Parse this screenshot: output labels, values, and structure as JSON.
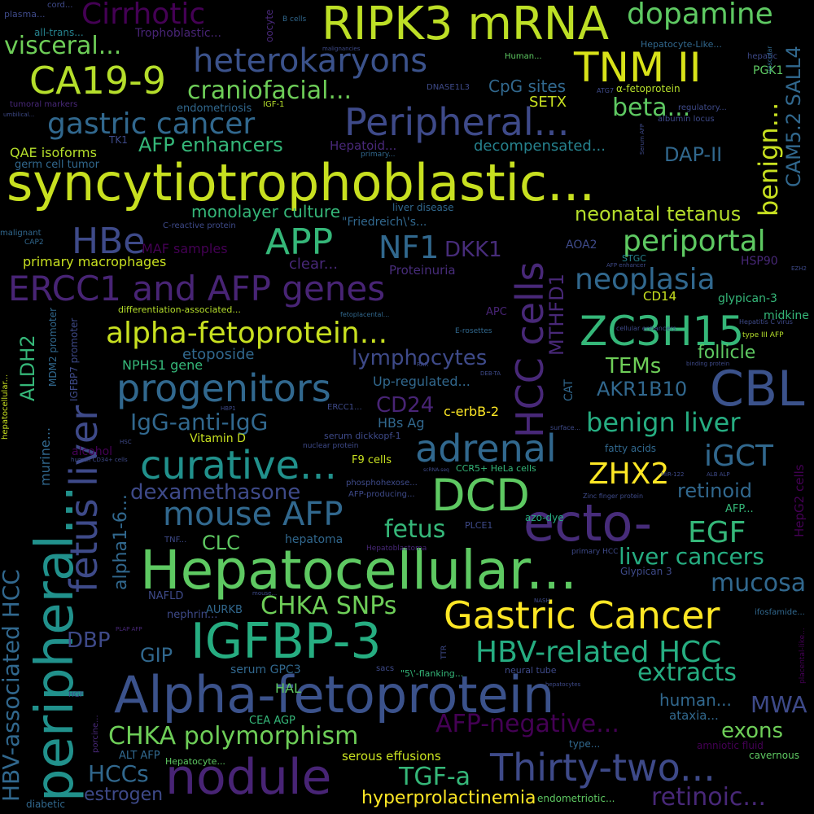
{
  "background": "#000000",
  "palette": [
    "#440154",
    "#482878",
    "#3e4a89",
    "#31688e",
    "#26828e",
    "#1f9e89",
    "#35b779",
    "#6ece58",
    "#b5de2b",
    "#fde725"
  ],
  "words": [
    {
      "text": "syncytiotrophoblastic...",
      "color": "#c8e020"
    },
    {
      "text": "Hepatocellular...",
      "color": "#5ec962"
    },
    {
      "text": "Alpha-fetoprotein",
      "color": "#3b528b"
    },
    {
      "text": "peripheral...",
      "color": "#21918c"
    },
    {
      "text": "RIPK3 mRNA",
      "color": "#bddf26"
    },
    {
      "text": "ecto-",
      "color": "#472c7a"
    },
    {
      "text": "nodule",
      "color": "#482475"
    },
    {
      "text": "IGFBP-3",
      "color": "#26ad81"
    },
    {
      "text": "DCD",
      "color": "#5ec962"
    },
    {
      "text": "CBL",
      "color": "#3b528b"
    },
    {
      "text": "heterokaryons",
      "color": "#3b528b"
    },
    {
      "text": "HCC cells",
      "color": "#482878"
    },
    {
      "text": "fetus liver",
      "color": "#3e4a89"
    },
    {
      "text": "ERCC1 and AFP genes",
      "color": "#482475"
    },
    {
      "text": "TNM II",
      "color": "#d8e219"
    },
    {
      "text": "CA19-9",
      "color": "#b5de2b"
    },
    {
      "text": "Peripheral...",
      "color": "#3e4a89"
    },
    {
      "text": "Gastric Cancer",
      "color": "#fde725"
    },
    {
      "text": "Thirty-two...",
      "color": "#3e4a89"
    },
    {
      "text": "curative...",
      "color": "#21918c"
    },
    {
      "text": "progenitors",
      "color": "#31688e"
    },
    {
      "text": "ZC3H15",
      "color": "#35b779"
    },
    {
      "text": "adrenal",
      "color": "#31688e"
    },
    {
      "text": "mouse AFP",
      "color": "#31688e"
    },
    {
      "text": "APP",
      "color": "#35b779"
    },
    {
      "text": "NF1",
      "color": "#31688e"
    },
    {
      "text": "HBe",
      "color": "#3e4a89"
    },
    {
      "text": "alpha-fetoprotein...",
      "color": "#c8e020"
    },
    {
      "text": "gastric cancer",
      "color": "#31688e"
    },
    {
      "text": "dopamine",
      "color": "#5ec962"
    },
    {
      "text": "benign...",
      "color": "#c8e020"
    },
    {
      "text": "Cirrhotic",
      "color": "#440154"
    },
    {
      "text": "HBV-related HCC",
      "color": "#26ad81"
    },
    {
      "text": "HBV-associated HCC",
      "color": "#31688e"
    },
    {
      "text": "neoplasia",
      "color": "#31688e"
    },
    {
      "text": "periportal",
      "color": "#5ec962"
    },
    {
      "text": "ZHX2",
      "color": "#fde725"
    },
    {
      "text": "iGCT",
      "color": "#31688e"
    },
    {
      "text": "CHKA polymorphism",
      "color": "#6ece58"
    },
    {
      "text": "AFP-negative...",
      "color": "#440154"
    },
    {
      "text": "retinoic...",
      "color": "#482878"
    },
    {
      "text": "EGF",
      "color": "#35b779"
    },
    {
      "text": "mucosa",
      "color": "#31688e"
    },
    {
      "text": "extracts",
      "color": "#26ad81"
    },
    {
      "text": "liver cancers",
      "color": "#26ad81"
    },
    {
      "text": "benign liver",
      "color": "#26ad81"
    },
    {
      "text": "CHKA SNPs",
      "color": "#6ece58"
    },
    {
      "text": "visceral...",
      "color": "#6ece58"
    },
    {
      "text": "craniofacial...",
      "color": "#6ece58"
    },
    {
      "text": "beta...",
      "color": "#5ec962"
    },
    {
      "text": "CAM5.2 SALL4",
      "color": "#31688e"
    },
    {
      "text": "lymphocytes",
      "color": "#3e4a89"
    },
    {
      "text": "IgG-anti-IgG",
      "color": "#31688e"
    },
    {
      "text": "dexamethasone",
      "color": "#3e4a89"
    },
    {
      "text": "fetus",
      "color": "#35b779"
    },
    {
      "text": "TGF-a",
      "color": "#35b779"
    },
    {
      "text": "HCCs",
      "color": "#31688e"
    },
    {
      "text": "MWA",
      "color": "#3e4a89"
    },
    {
      "text": "exons",
      "color": "#6ece58"
    },
    {
      "text": "alpha1-6...",
      "color": "#31688e"
    },
    {
      "text": "MTHFD1",
      "color": "#482878"
    },
    {
      "text": "DKK1",
      "color": "#472c7a"
    },
    {
      "text": "CD24",
      "color": "#482475"
    },
    {
      "text": "AFP enhancers",
      "color": "#35b779"
    },
    {
      "text": "TEMs",
      "color": "#6ece58"
    },
    {
      "text": "AKR1B10",
      "color": "#31688e"
    },
    {
      "text": "retinoid",
      "color": "#31688e"
    },
    {
      "text": "neonatal tetanus",
      "color": "#b5de2b"
    },
    {
      "text": "ALDH2",
      "color": "#35b779"
    },
    {
      "text": "hyperprolactinemia",
      "color": "#fde725"
    },
    {
      "text": "estrogen",
      "color": "#3e4a89"
    },
    {
      "text": "DBP",
      "color": "#3e4a89"
    },
    {
      "text": "GIP",
      "color": "#31688e"
    },
    {
      "text": "CLC",
      "color": "#5ec962"
    },
    {
      "text": "DAP-II",
      "color": "#31688e"
    },
    {
      "text": "follicle",
      "color": "#5ec962"
    },
    {
      "text": "human...",
      "color": "#31688e"
    },
    {
      "text": "monolayer culture",
      "color": "#35b779"
    },
    {
      "text": "decompensated...",
      "color": "#26828e"
    },
    {
      "text": "primary macrophages",
      "color": "#c8e020"
    },
    {
      "text": "etoposide",
      "color": "#31688e"
    },
    {
      "text": "NPHS1 gene",
      "color": "#35b779"
    },
    {
      "text": "QAE isoforms",
      "color": "#b5de2b"
    },
    {
      "text": "CpG sites",
      "color": "#31688e"
    },
    {
      "text": "SETX",
      "color": "#c8e020"
    },
    {
      "text": "endometriosis",
      "color": "#31688e"
    },
    {
      "text": "Hepatoid...",
      "color": "#482878"
    },
    {
      "text": "germ cell tumor",
      "color": "#31688e"
    },
    {
      "text": "TK1",
      "color": "#3e4a89"
    },
    {
      "text": "MAF samples",
      "color": "#440154"
    },
    {
      "text": "clear...",
      "color": "#482878"
    },
    {
      "text": "Proteinuria",
      "color": "#472c7a"
    },
    {
      "text": "Up-regulated...",
      "color": "#31688e"
    },
    {
      "text": "c-erbB-2",
      "color": "#fde725"
    },
    {
      "text": "HBs Ag",
      "color": "#31688e"
    },
    {
      "text": "Vitamin D",
      "color": "#c8e020"
    },
    {
      "text": "F9 cells",
      "color": "#c8e020"
    },
    {
      "text": "hepatoma",
      "color": "#31688e"
    },
    {
      "text": "AURKB",
      "color": "#31688e"
    },
    {
      "text": "NAFLD",
      "color": "#3e4a89"
    },
    {
      "text": "nephrin...",
      "color": "#3e4a89"
    },
    {
      "text": "serum GPC3",
      "color": "#31688e"
    },
    {
      "text": "HAL",
      "color": "#5ec962"
    },
    {
      "text": "CEA AGP",
      "color": "#35b779"
    },
    {
      "text": "ALT AFP",
      "color": "#31688e"
    },
    {
      "text": "Hepatocyte...",
      "color": "#5ec962"
    },
    {
      "text": "serous effusions",
      "color": "#c8e020"
    },
    {
      "text": "ataxia...",
      "color": "#31688e"
    },
    {
      "text": "type...",
      "color": "#31688e"
    },
    {
      "text": "amniotic fluid",
      "color": "#440154"
    },
    {
      "text": "cavernous",
      "color": "#5ec962"
    },
    {
      "text": "diabetic",
      "color": "#31688e"
    },
    {
      "text": "endometriotic...",
      "color": "#5ec962"
    },
    {
      "text": "glypican-3",
      "color": "#35b779"
    },
    {
      "text": "CD14",
      "color": "#c8e020"
    },
    {
      "text": "midkine",
      "color": "#35b779"
    },
    {
      "text": "HSP90",
      "color": "#482878"
    },
    {
      "text": "AOA2",
      "color": "#3e4a89"
    },
    {
      "text": "STGC",
      "color": "#26828e"
    },
    {
      "text": "PGK1",
      "color": "#5ec962"
    },
    {
      "text": "APC",
      "color": "#482475"
    },
    {
      "text": "CAT",
      "color": "#31688e"
    },
    {
      "text": "PLCE1",
      "color": "#3e4a89"
    },
    {
      "text": "azo-dye",
      "color": "#26ad81"
    },
    {
      "text": "fatty acids",
      "color": "#31688e"
    },
    {
      "text": "Glypican 3",
      "color": "#3e4a89"
    },
    {
      "text": "ifosfamide...",
      "color": "#31688e"
    },
    {
      "text": "HepG2 cells",
      "color": "#440154"
    },
    {
      "text": "AFP...",
      "color": "#35b779"
    },
    {
      "text": "alcohol",
      "color": "#440154"
    },
    {
      "text": "murine...",
      "color": "#31688e"
    },
    {
      "text": "MDM2 promoter",
      "color": "#31688e"
    },
    {
      "text": "IGFBP7 promoter",
      "color": "#3e4a89"
    },
    {
      "text": "hepatocellular...",
      "color": "#c8e020"
    },
    {
      "text": "all-trans...",
      "color": "#26828e"
    },
    {
      "text": "Trophoblastic...",
      "color": "#482475"
    },
    {
      "text": "plasma...",
      "color": "#3e4a89"
    },
    {
      "text": "cord...",
      "color": "#3e4a89"
    },
    {
      "text": "oocyte",
      "color": "#482878"
    },
    {
      "text": "B cells",
      "color": "#31688e"
    },
    {
      "text": "Human...",
      "color": "#5ec962"
    },
    {
      "text": "Hepatocyte-Like...",
      "color": "#31688e"
    },
    {
      "text": "hepatic",
      "color": "#3e4a89"
    },
    {
      "text": "vascular",
      "color": "#31688e"
    },
    {
      "text": "DNASE1L3",
      "color": "#3e4a89"
    },
    {
      "text": "α-fetoprotein",
      "color": "#b5de2b"
    },
    {
      "text": "regulatory...",
      "color": "#3e4a89"
    },
    {
      "text": "albumin locus",
      "color": "#3e4a89"
    },
    {
      "text": "tumoral markers",
      "color": "#482878"
    },
    {
      "text": "IGF-1",
      "color": "#b5de2b"
    },
    {
      "text": "primary...",
      "color": "#31688e"
    },
    {
      "text": "liver disease",
      "color": "#31688e"
    },
    {
      "text": "\"Friedreich\\'s...",
      "color": "#31688e"
    },
    {
      "text": "C-reactive protein",
      "color": "#3e4a89"
    },
    {
      "text": "malignant",
      "color": "#31688e"
    },
    {
      "text": "CAP2",
      "color": "#31688e"
    },
    {
      "text": "differentiation-associated...",
      "color": "#b5de2b"
    },
    {
      "text": "fetoplacental...",
      "color": "#31688e"
    },
    {
      "text": "E-rosettes",
      "color": "#31688e"
    },
    {
      "text": "cellular enhancers",
      "color": "#3e4a89"
    },
    {
      "text": "type III AFP",
      "color": "#b5de2b"
    },
    {
      "text": "Hepatitis C virus",
      "color": "#3e4a89"
    },
    {
      "text": "ERCC1...",
      "color": "#3e4a89"
    },
    {
      "text": "serum dickkopf-1",
      "color": "#3e4a89"
    },
    {
      "text": "nuclear protein",
      "color": "#3e4a89"
    },
    {
      "text": "phosphohexose...",
      "color": "#3e4a89"
    },
    {
      "text": "AFP-producing...",
      "color": "#3e4a89"
    },
    {
      "text": "CCR5+ HeLa cells",
      "color": "#35b779"
    },
    {
      "text": "Zinc finger protein",
      "color": "#3e4a89"
    },
    {
      "text": "primary HCC",
      "color": "#3e4a89"
    },
    {
      "text": "Hepatoblastoma",
      "color": "#482878"
    },
    {
      "text": "TNF...",
      "color": "#3e4a89"
    },
    {
      "text": "\"5\\'-flanking...",
      "color": "#35b779"
    },
    {
      "text": "neural tube",
      "color": "#3e4a89"
    },
    {
      "text": "sacs",
      "color": "#3e4a89"
    },
    {
      "text": "TTR",
      "color": "#3e4a89"
    },
    {
      "text": "placental-like...",
      "color": "#440154"
    },
    {
      "text": "porcine...",
      "color": "#482878"
    },
    {
      "text": "HGF",
      "color": "#3e4a89"
    },
    {
      "text": "human CD34+ cells",
      "color": "#3e4a89"
    },
    {
      "text": "MiR-122",
      "color": "#3e4a89"
    },
    {
      "text": "ALB ALP",
      "color": "#3e4a89"
    },
    {
      "text": "PLAP AFP",
      "color": "#482878"
    },
    {
      "text": "malignancies",
      "color": "#3e4a89"
    },
    {
      "text": "umbilical...",
      "color": "#3e4a89"
    },
    {
      "text": "HBP1",
      "color": "#3e4a89"
    },
    {
      "text": "RAR",
      "color": "#3e4a89"
    },
    {
      "text": "DEB-TA",
      "color": "#3e4a89"
    },
    {
      "text": "surface...",
      "color": "#3e4a89"
    },
    {
      "text": "binding protein",
      "color": "#3e4a89"
    },
    {
      "text": "AFP enhancer",
      "color": "#3e4a89"
    },
    {
      "text": "ATG7",
      "color": "#3e4a89"
    },
    {
      "text": "Serum AFP",
      "color": "#3e4a89"
    },
    {
      "text": "EZH2",
      "color": "#3e4a89"
    },
    {
      "text": "HSC",
      "color": "#3e4a89"
    },
    {
      "text": "mouse...",
      "color": "#3e4a89"
    },
    {
      "text": "NASH",
      "color": "#3e4a89"
    },
    {
      "text": "hepatocytes",
      "color": "#3e4a89"
    },
    {
      "text": "scRNA-seq",
      "color": "#3e4a89"
    }
  ]
}
